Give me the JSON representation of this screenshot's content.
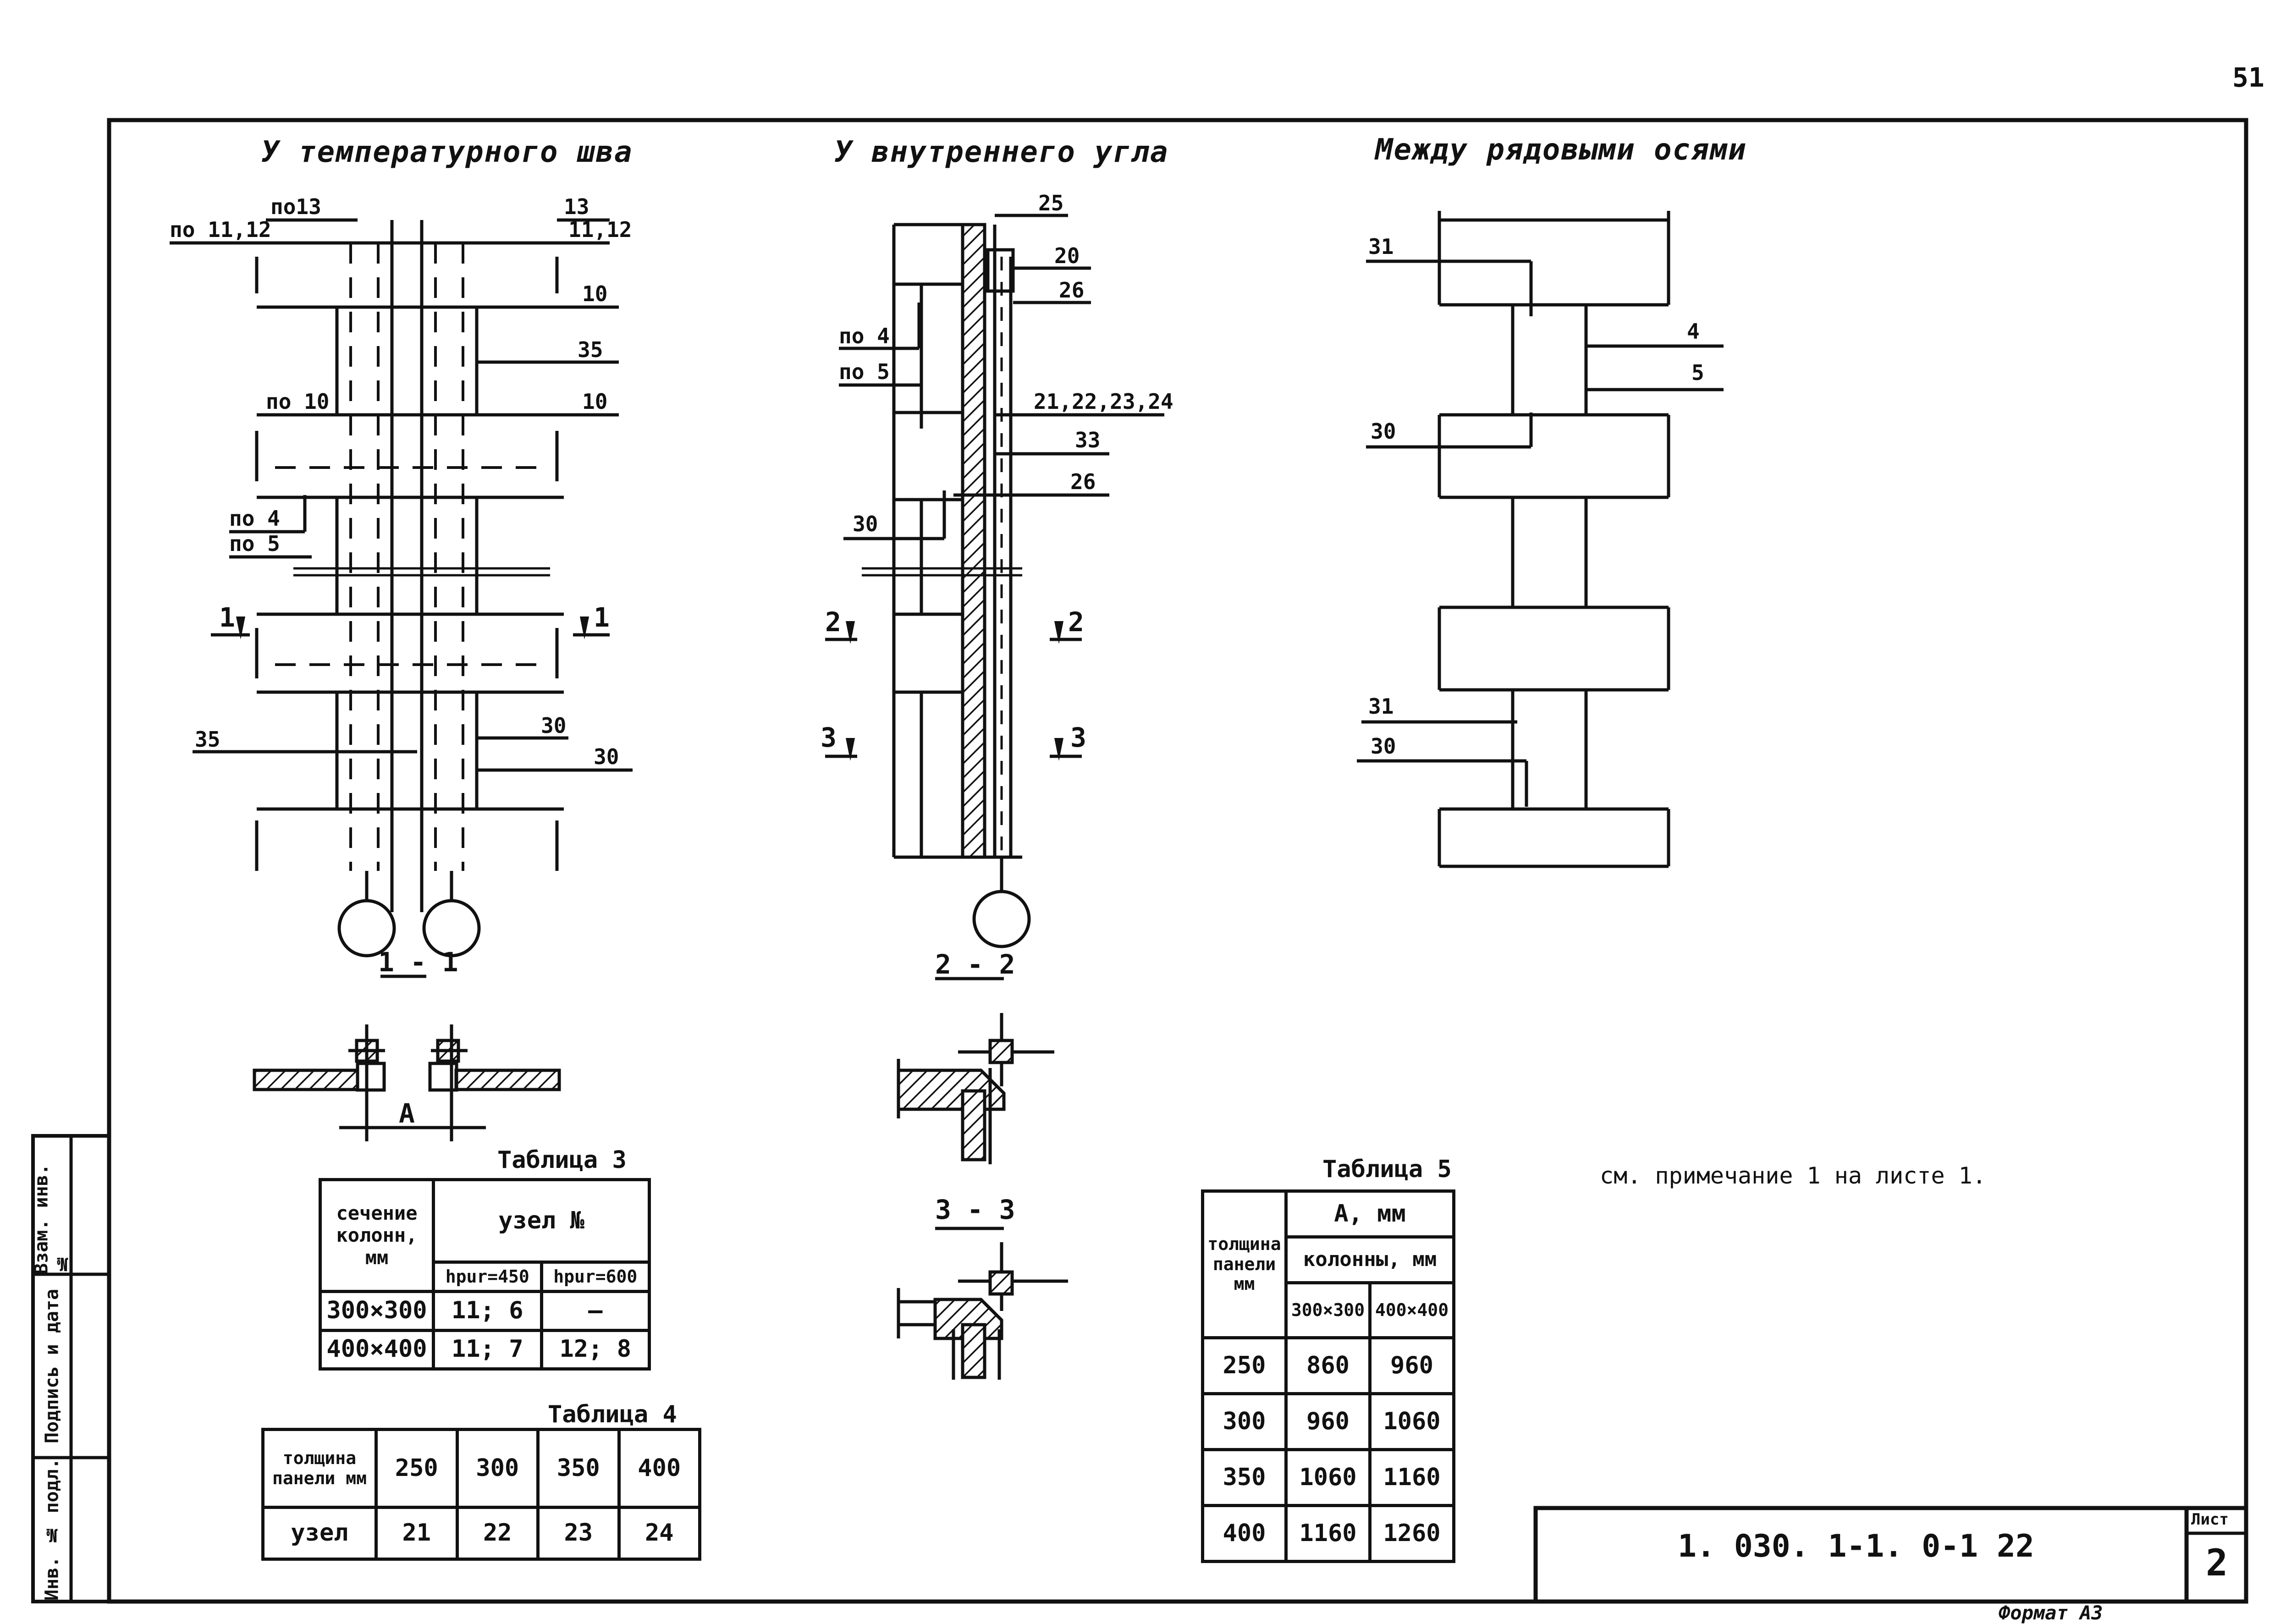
{
  "page_number": "51",
  "format_label": "Формат А3",
  "headings": {
    "left": "У температурного шва",
    "middle": "У внутреннего угла",
    "right": "Между рядовыми осями"
  },
  "left_labels": {
    "po13": "по13",
    "n13": "13",
    "po1112": "по 11,12",
    "n1112": "11,12",
    "n10a": "10",
    "n35a": "35",
    "po10": "по 10",
    "n10b": "10",
    "po4": "по 4",
    "po5": "по 5",
    "cut1l": "1",
    "cut1r": "1",
    "n35b": "35",
    "n30a": "30",
    "n30b": "30",
    "section": "1 - 1",
    "dim": "А"
  },
  "middle_labels": {
    "n25": "25",
    "n20": "20",
    "n26a": "26",
    "po4": "по 4",
    "po5": "по 5",
    "n21_24": "21,22,23,24",
    "n33": "33",
    "n26b": "26",
    "n30": "30",
    "cut2l": "2",
    "cut2r": "2",
    "cut3l": "3",
    "cut3r": "3",
    "section22": "2 - 2",
    "section33": "3 - 3"
  },
  "right_labels": {
    "n31a": "31",
    "n4": "4",
    "n5": "5",
    "n30a": "30",
    "n31b": "31",
    "n30b": "30"
  },
  "note": "см. примечание 1 на листе 1.",
  "table3": {
    "caption": "Таблица 3",
    "h_section": "сечение колонн, мм",
    "h_node": "узел №",
    "h_450": "hpur=450",
    "h_600": "hpur=600",
    "rows": [
      {
        "sec": "300×300",
        "a": "11; 6",
        "b": "–"
      },
      {
        "sec": "400×400",
        "a": "11; 7",
        "b": "12; 8"
      }
    ]
  },
  "table4": {
    "caption": "Таблица 4",
    "h_thick": "толщина панели мм",
    "h_node": "узел",
    "thick": [
      "250",
      "300",
      "350",
      "400"
    ],
    "nodes": [
      "21",
      "22",
      "23",
      "24"
    ]
  },
  "table5": {
    "caption": "Таблица 5",
    "h_a": "А, мм",
    "h_thick": "толщина панели мм",
    "h_cols": "колонны, мм",
    "h_300": "300×300",
    "h_400": "400×400",
    "rows": [
      {
        "t": "250",
        "a": "860",
        "b": "960"
      },
      {
        "t": "300",
        "a": "960",
        "b": "1060"
      },
      {
        "t": "350",
        "a": "1060",
        "b": "1160"
      },
      {
        "t": "400",
        "a": "1160",
        "b": "1260"
      }
    ]
  },
  "title_block": {
    "code": "1. 030. 1-1.   0-1   22",
    "sheet_label": "Лист",
    "sheet_no": "2"
  },
  "side_stamp": {
    "a": "Взам. инв. №",
    "b": "Подпись и дата",
    "c": "Инв. № подл."
  }
}
